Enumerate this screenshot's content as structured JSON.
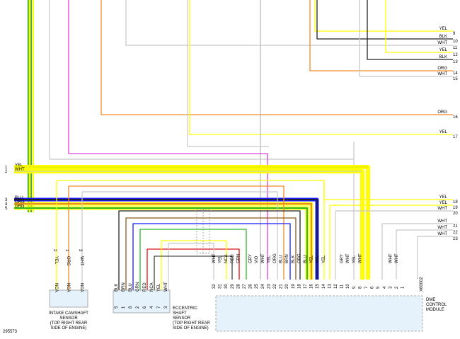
{
  "figure_id": "295573",
  "colors": {
    "YEL": "#ffff00",
    "WHT": "#c8c8c8",
    "BLK": "#222222",
    "ORG": "#f08c28",
    "GRY": "#b4b4b4",
    "VIO": "#e040e0",
    "BLU": "#1a1aff",
    "GRN": "#2db82d",
    "RED": "#e01010",
    "BRN": "#8c5a1e",
    "accent_fill": "#e6f2fb"
  },
  "right_labels": [
    {
      "n": "9",
      "c": "YEL"
    },
    {
      "n": "10",
      "c": "BLK"
    },
    {
      "n": "11",
      "c": "WHT"
    },
    {
      "n": "12",
      "c": "YEL"
    },
    {
      "n": "13",
      "c": "BLK"
    },
    {
      "n": "14",
      "c": "ORG"
    },
    {
      "n": "15",
      "c": "WHT"
    },
    {
      "n": "16",
      "c": "ORG"
    },
    {
      "n": "17",
      "c": "YEL"
    },
    {
      "n": "18",
      "c": "YEL"
    },
    {
      "n": "19",
      "c": "YEL"
    },
    {
      "n": "20",
      "c": "WHT"
    },
    {
      "n": "21",
      "c": "WHT"
    },
    {
      "n": "22",
      "c": "WHT"
    },
    {
      "n": "23",
      "c": "WHT"
    }
  ],
  "left_labels": [
    {
      "n": "1",
      "c": "YEL"
    },
    {
      "n": "2",
      "c": "WHT"
    },
    {
      "n": "3",
      "c": "BLU"
    },
    {
      "n": "4",
      "c": "ORG"
    },
    {
      "n": "5",
      "c": "GRN"
    }
  ],
  "intake": {
    "pins": [
      {
        "n": "2",
        "c": "YEL"
      },
      {
        "n": "1",
        "c": "ORG"
      },
      {
        "n": "3",
        "c": "WHT"
      }
    ],
    "nca": [
      "NCA",
      "NCA",
      "NCA"
    ],
    "label": [
      "INTAKE CAMSHAFT",
      "SENSOR",
      "(TOP RIGHT REAR",
      "SIDE OF ENGINE)"
    ]
  },
  "eccentric": {
    "pins": [
      {
        "n": "5",
        "c": "BLK"
      },
      {
        "n": "1",
        "c": "BRN"
      },
      {
        "n": "8",
        "c": "BLU"
      },
      {
        "n": "2",
        "c": "GRN"
      },
      {
        "n": "6",
        "c": "RED"
      },
      {
        "n": "4",
        "c": "NCA"
      },
      {
        "n": "7",
        "c": "YEL"
      },
      {
        "n": "3",
        "c": "WHT"
      }
    ],
    "label": [
      "ECCENTRIC",
      "SHAFT",
      "SENSOR",
      "(TOP RIGHT REAR",
      "SIDE OF ENGINE)"
    ]
  },
  "dme": {
    "pins": [
      {
        "n": "32",
        "c": "WHT"
      },
      {
        "n": "31",
        "c": "YEL"
      },
      {
        "n": "30",
        "c": "NCA"
      },
      {
        "n": "29",
        "c": "RED"
      },
      {
        "n": "28",
        "c": "GRN"
      },
      {
        "n": "27",
        "c": ""
      },
      {
        "n": "26",
        "c": "GRY"
      },
      {
        "n": "25",
        "c": "VIO"
      },
      {
        "n": "24",
        "c": "WHT"
      },
      {
        "n": "23",
        "c": "YEL"
      },
      {
        "n": "22",
        "c": "ORG"
      },
      {
        "n": "21",
        "c": "BLU"
      },
      {
        "n": "20",
        "c": "BRN"
      },
      {
        "n": "19",
        "c": "BLK"
      },
      {
        "n": "18",
        "c": "ORG"
      },
      {
        "n": "17",
        "c": "BLU"
      },
      {
        "n": "16",
        "c": "YEL"
      },
      {
        "n": "15",
        "c": "YEL"
      },
      {
        "n": "14",
        "c": "YEL"
      },
      {
        "n": "13",
        "c": ""
      },
      {
        "n": "12",
        "c": ""
      },
      {
        "n": "11",
        "c": "GRY"
      },
      {
        "n": "10",
        "c": "WHT"
      },
      {
        "n": "9",
        "c": "YEL"
      },
      {
        "n": "8",
        "c": "WHT"
      },
      {
        "n": "7",
        "c": ""
      },
      {
        "n": "6",
        "c": ""
      },
      {
        "n": "5",
        "c": ""
      },
      {
        "n": "4",
        "c": ""
      },
      {
        "n": "3",
        "c": "WHT"
      },
      {
        "n": "2",
        "c": "WHT"
      },
      {
        "n": "1",
        "c": ""
      }
    ],
    "connector_id": "X60002",
    "label": [
      "DME",
      "CONTROL",
      "MODULE"
    ]
  }
}
